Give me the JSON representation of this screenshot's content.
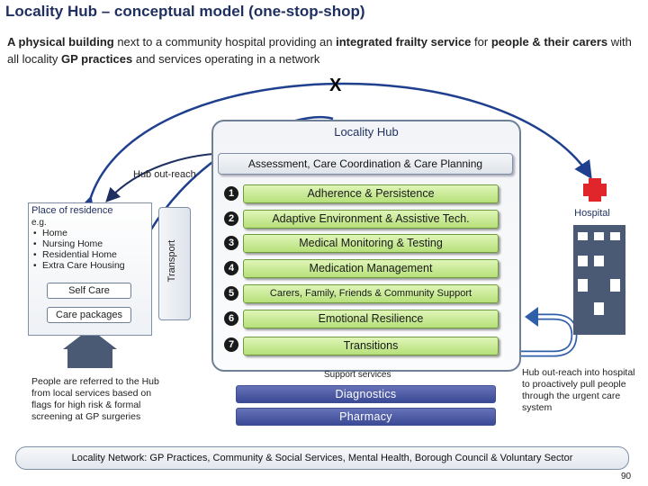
{
  "title": "Locality Hub – conceptual model (one-stop-shop)",
  "subtitle": {
    "p1": "A physical building",
    "p2": " next to a community hospital providing an ",
    "p3": "integrated frailty service",
    "p4": " for ",
    "p5": "people & their carers",
    "p6": " with all locality ",
    "p7": "GP practices",
    "p8": " and services operating in a network"
  },
  "x_mark": "X",
  "hub": {
    "label": "Locality Hub",
    "assessment": "Assessment, Care Coordination & Care Planning",
    "items": [
      {
        "num": "1",
        "label": "Adherence & Persistence"
      },
      {
        "num": "2",
        "label": "Adaptive Environment & Assistive Tech."
      },
      {
        "num": "3",
        "label": "Medical Monitoring & Testing"
      },
      {
        "num": "4",
        "label": "Medication Management"
      },
      {
        "num": "5",
        "label": "Carers, Family, Friends & Community Support"
      },
      {
        "num": "6",
        "label": "Emotional Resilience"
      },
      {
        "num": "7",
        "label": "Transitions"
      }
    ]
  },
  "hub_outreach_label": "Hub out-reach",
  "residence": {
    "title": "Place of residence",
    "eg": "e.g.",
    "items": [
      "Home",
      "Nursing Home",
      "Residential Home",
      "Extra Care Housing"
    ],
    "self_care": "Self Care",
    "care_packages": "Care packages"
  },
  "transport": "Transport",
  "referral_text": "People are referred to the Hub from local services based on flags for high risk & formal screening at GP surgeries",
  "support": {
    "label": "Support services",
    "diagnostics": "Diagnostics",
    "pharmacy": "Pharmacy"
  },
  "hospital": {
    "label": "Hospital",
    "outreach_text": "Hub out-reach into hospital to proactively pull people through the urgent care system"
  },
  "network": "Locality Network: GP Practices, Community & Social Services, Mental Health, Borough Council & Voluntary Sector",
  "page_number": "90",
  "colors": {
    "title": "#1f2f5f",
    "green_box": "#b6e07a",
    "purple_box": "#3b4a96",
    "hospital_cross": "#e0262b",
    "arc": "#1f3f8f"
  }
}
